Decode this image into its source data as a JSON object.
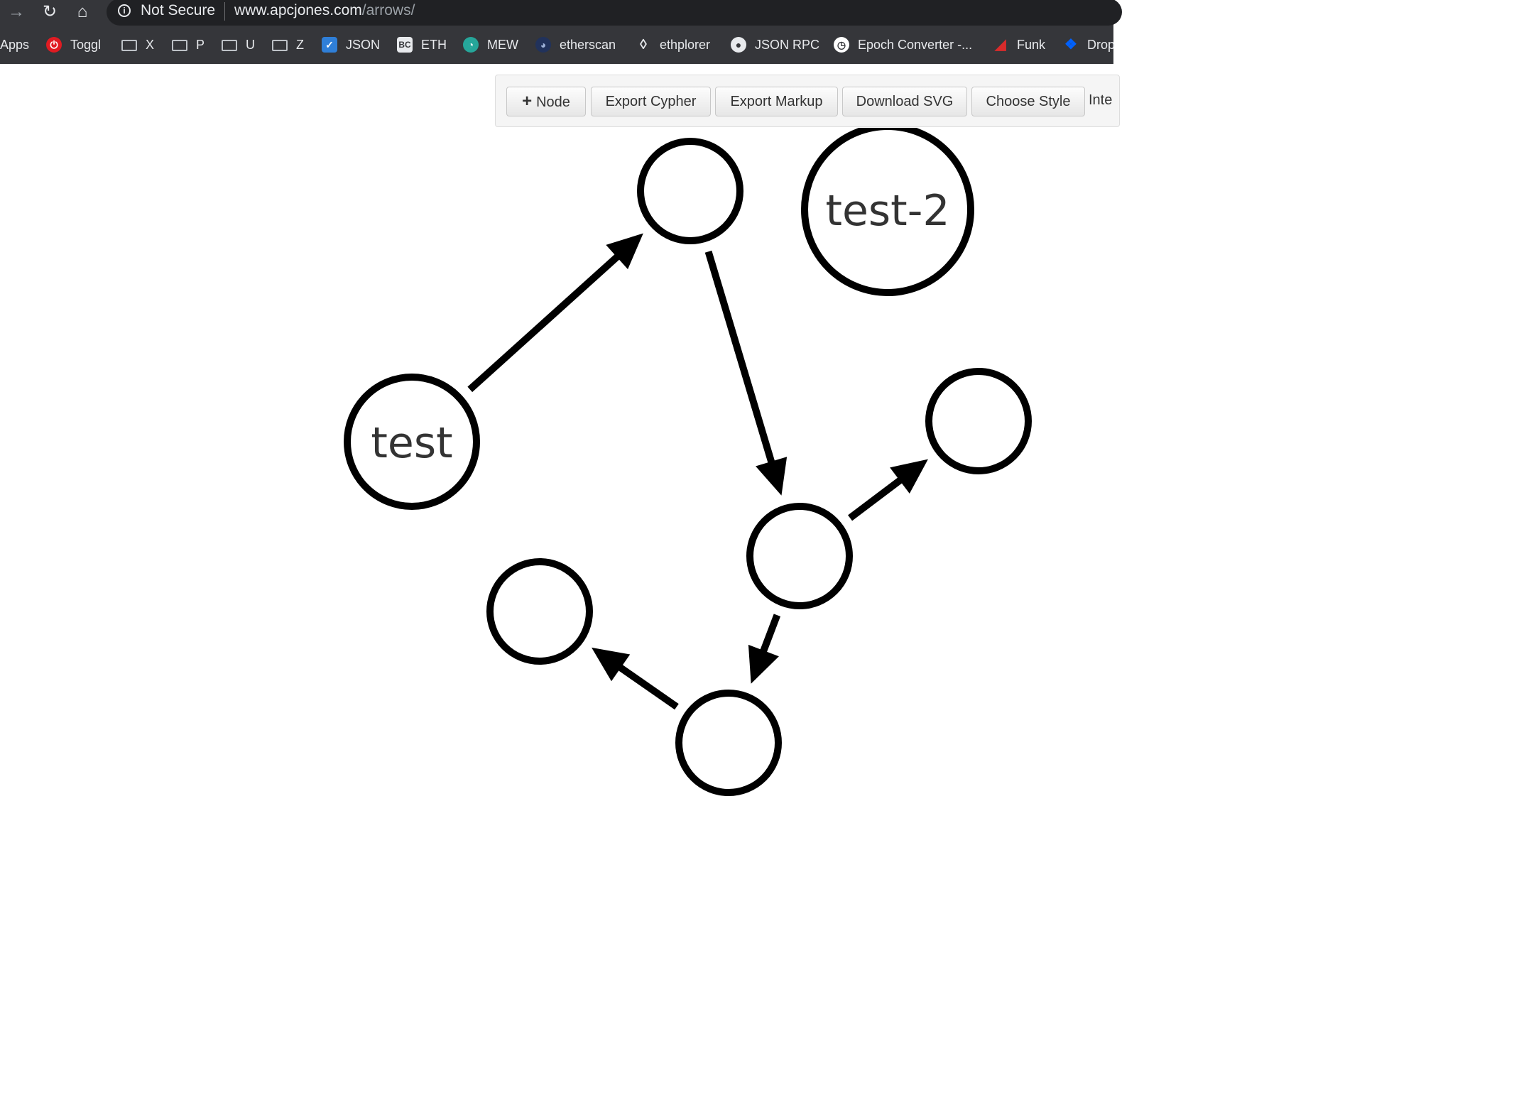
{
  "browser": {
    "security_label": "Not Secure",
    "url_host": "www.apcjones.com",
    "url_path": "/arrows/",
    "bookmarks": [
      {
        "label": "Apps",
        "icon": "apps-grid-icon"
      },
      {
        "label": "Toggl",
        "icon": "toggl-power-icon",
        "color": "#e01b22"
      },
      {
        "label": "X",
        "icon": "folder-icon"
      },
      {
        "label": "P",
        "icon": "folder-icon"
      },
      {
        "label": "U",
        "icon": "folder-icon"
      },
      {
        "label": "Z",
        "icon": "folder-icon"
      },
      {
        "label": "JSON",
        "icon": "checkmark-icon",
        "color": "#2f7fd8"
      },
      {
        "label": "ETH",
        "icon": "blockchain-icon"
      },
      {
        "label": "MEW",
        "icon": "mew-icon",
        "color": "#26a69a"
      },
      {
        "label": "etherscan",
        "icon": "etherscan-icon",
        "color": "#21325b"
      },
      {
        "label": "ethplorer",
        "icon": "ethereum-diamond-icon"
      },
      {
        "label": "JSON RPC",
        "icon": "github-icon"
      },
      {
        "label": "Epoch Converter -...",
        "icon": "clock-icon"
      },
      {
        "label": "Funk",
        "icon": "funk-icon",
        "color": "#d92b2b"
      },
      {
        "label": "Drop",
        "icon": "dropbox-icon",
        "color": "#0061fe"
      }
    ]
  },
  "toolbar": {
    "add_node_label": "Node",
    "export_cypher_label": "Export Cypher",
    "export_markup_label": "Export Markup",
    "download_svg_label": "Download SVG",
    "choose_style_label": "Choose Style",
    "truncated_label": "Inte"
  },
  "graph": {
    "nodes": [
      {
        "id": "n_test",
        "label": "test"
      },
      {
        "id": "n_top",
        "label": ""
      },
      {
        "id": "n_test2",
        "label": "test-2"
      },
      {
        "id": "n_right",
        "label": ""
      },
      {
        "id": "n_mid",
        "label": ""
      },
      {
        "id": "n_left",
        "label": ""
      },
      {
        "id": "n_bottom",
        "label": ""
      }
    ],
    "relationships": [
      {
        "from": "n_test",
        "to": "n_top"
      },
      {
        "from": "n_top",
        "to": "n_mid"
      },
      {
        "from": "n_mid",
        "to": "n_right"
      },
      {
        "from": "n_mid",
        "to": "n_bottom"
      },
      {
        "from": "n_bottom",
        "to": "n_left"
      }
    ]
  }
}
